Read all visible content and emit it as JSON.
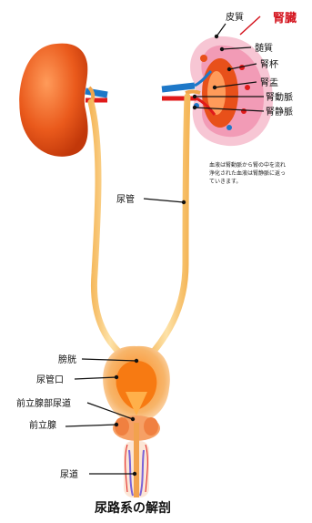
{
  "title": "腎臓",
  "kidney_labels": [
    "皮質",
    "髄質",
    "腎杯",
    "腎盂",
    "腎動脈",
    "腎静脈"
  ],
  "ureter_label": "尿管",
  "note_lines": [
    "血液は腎動脈から腎の中を流れ",
    "浄化された血液は腎静脈に返っ",
    "ていきます。"
  ],
  "lower_labels": [
    "膀胱",
    "尿管口",
    "前立腺部尿道",
    "前立腺",
    "尿道"
  ],
  "caption": "尿路系の解剖",
  "colors": {
    "kidney": "#e8501a",
    "artery": "#e01a1a",
    "vein": "#1e78c8",
    "ureter": "#f6c66c",
    "bladder": "#f39a2c",
    "title_red": "#d4141e"
  }
}
